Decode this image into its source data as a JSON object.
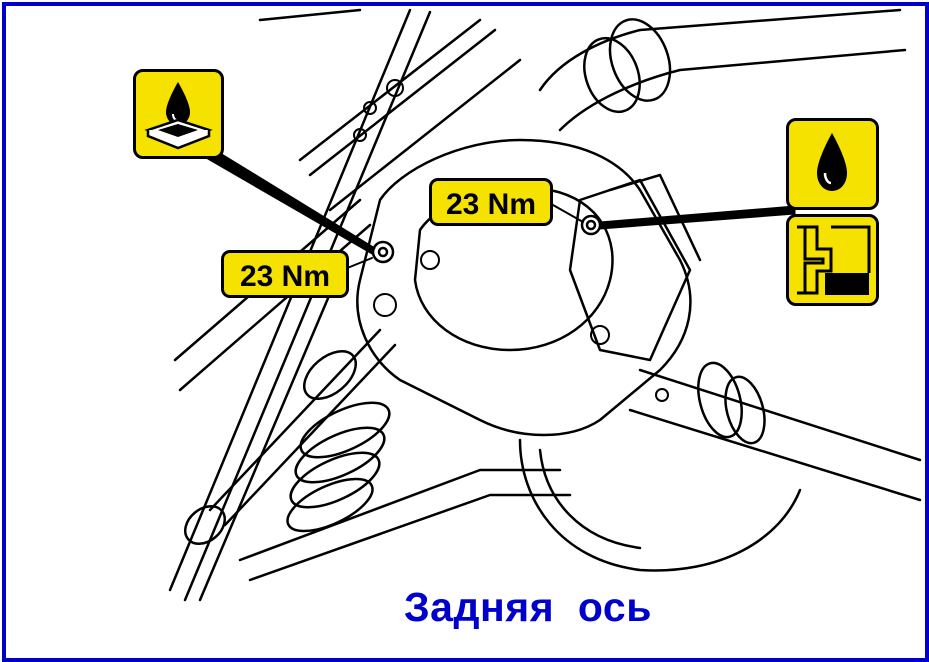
{
  "torque_labels": [
    {
      "text": "23 Nm"
    },
    {
      "text": "23 Nm"
    }
  ],
  "caption": "Задняя  ось",
  "icons": {
    "sealant": "sealant-icon",
    "oil_drop": "oil-drop-icon",
    "oil_level": "oil-level-icon"
  },
  "colors": {
    "frame": "#0000cc",
    "caption": "#0000cc",
    "label_fill": "#f5e200",
    "line": "#000000"
  }
}
